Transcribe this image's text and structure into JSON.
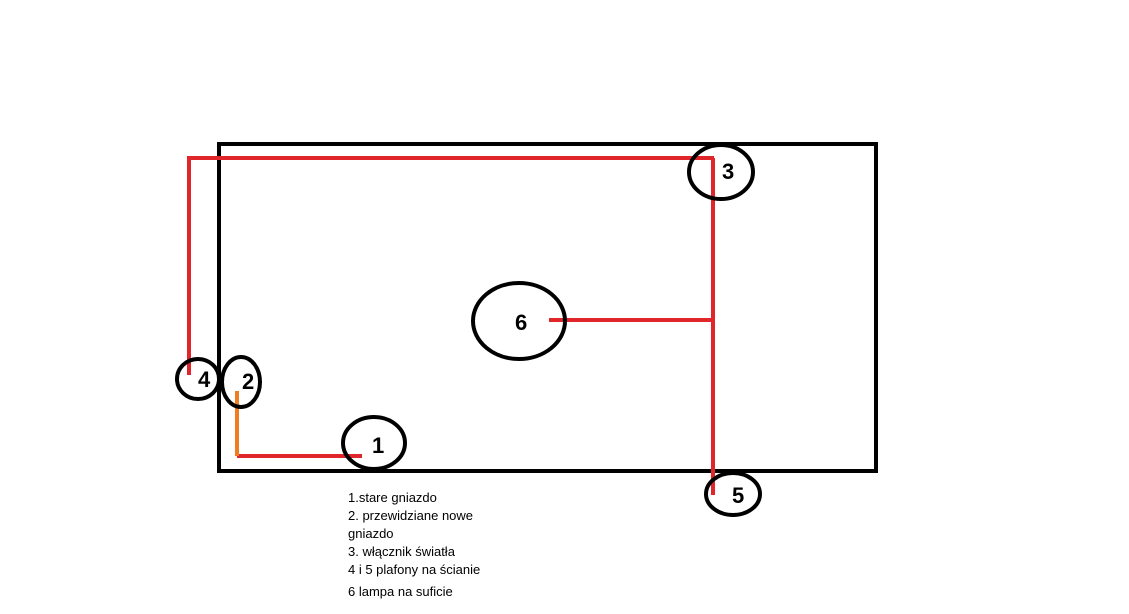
{
  "diagram": {
    "colors": {
      "outline": "#000000",
      "wire_red": "#e0262b",
      "wire_orange": "#ef7d22"
    },
    "points": [
      {
        "id": "1",
        "label": "1"
      },
      {
        "id": "2",
        "label": "2"
      },
      {
        "id": "3",
        "label": "3"
      },
      {
        "id": "4",
        "label": "4"
      },
      {
        "id": "5",
        "label": "5"
      },
      {
        "id": "6",
        "label": "6"
      }
    ]
  },
  "legend": {
    "line1": "1.stare gniazdo",
    "line2": "2. przewidziane nowe gniazdo",
    "line3": "3. włącznik światła",
    "line4": "4 i 5 plafony na ścianie",
    "line5": "6 lampa na suficie"
  }
}
